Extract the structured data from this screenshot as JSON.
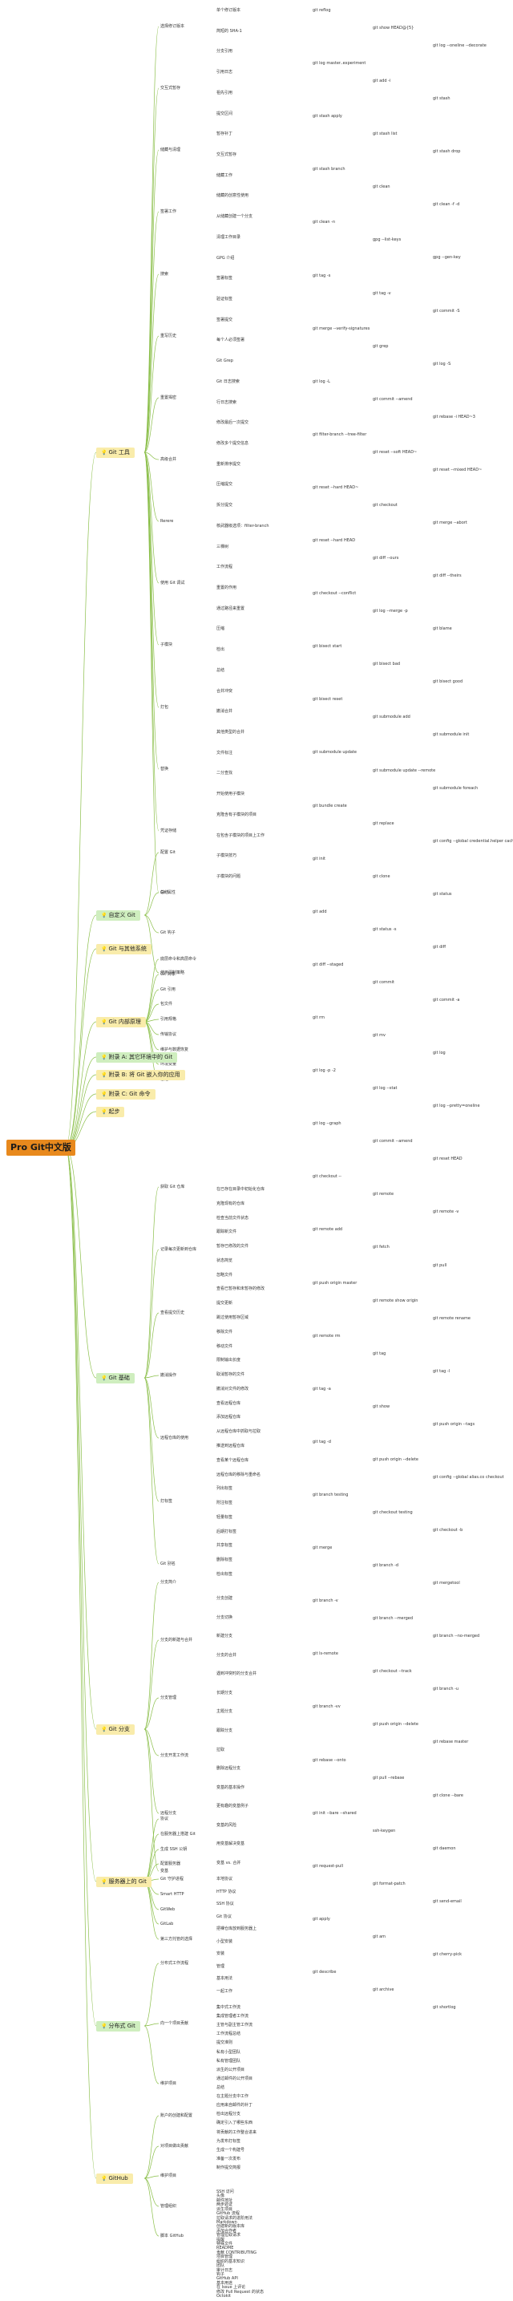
{
  "root": "Pro Git中文版",
  "branches": [
    {
      "id": "b1",
      "label": "Git 工具",
      "icon": "bulb-icon",
      "color": "#f9ecab",
      "groups": [
        "选择修订版本",
        "交互式暂存",
        "储藏与清理",
        "签署工作",
        "搜索",
        "重写历史",
        "重置揭密",
        "高级合并",
        "Rerere",
        "使用 Git 调试",
        "子模块",
        "打包",
        "替换",
        "凭证存储",
        "总结"
      ]
    },
    {
      "id": "b2",
      "label": "自定义 Git",
      "icon": "bulb-icon",
      "color": "#cfeebf",
      "groups": [
        "配置 Git",
        "Git 属性",
        "Git 钩子",
        "使用强制策略"
      ]
    },
    {
      "id": "b3",
      "label": "Git 与其他系统",
      "icon": "bulb-icon",
      "color": "#f9ecab",
      "groups": []
    },
    {
      "id": "b4",
      "label": "Git 内部原理",
      "icon": "bulb-icon",
      "color": "#f9ecab",
      "groups": [
        "底层命令和高层命令",
        "Git 对象",
        "Git 引用",
        "包文件",
        "引用规格",
        "传输协议",
        "维护与数据恢复",
        "环境变量",
        "总结"
      ]
    },
    {
      "id": "b5",
      "label": "附录 A: 其它环境中的 Git",
      "icon": "bulb-icon",
      "color": "#cfeebf",
      "groups": []
    },
    {
      "id": "b6",
      "label": "附录 B: 将 Git 嵌入你的应用",
      "icon": "bulb-icon",
      "color": "#f9ecab",
      "groups": []
    },
    {
      "id": "b7",
      "label": "附录 C: Git 命令",
      "icon": "bulb-icon",
      "color": "#f9ecab",
      "groups": []
    },
    {
      "id": "b8",
      "label": "起步",
      "icon": "bulb-icon",
      "color": "#f9ecab",
      "groups": []
    },
    {
      "id": "b9",
      "label": "Git 基础",
      "icon": "bulb-icon",
      "color": "#cfeebf",
      "groups": [
        "获取 Git 仓库",
        "记录每次更新到仓库",
        "查看提交历史",
        "撤消操作",
        "远程仓库的使用",
        "打标签",
        "Git 别名"
      ]
    },
    {
      "id": "b10",
      "label": "Git 分支",
      "icon": "bulb-icon",
      "color": "#f9ecab",
      "groups": [
        "分支简介",
        "分支的新建与合并",
        "分支管理",
        "分支开发工作流",
        "远程分支",
        "变基"
      ]
    },
    {
      "id": "b11",
      "label": "服务器上的 Git",
      "icon": "bulb-icon",
      "color": "#f9ecab",
      "groups": [
        "协议",
        "在服务器上搭建 Git",
        "生成 SSH 公钥",
        "配置服务器",
        "Git 守护进程",
        "Smart HTTP",
        "GitWeb",
        "GitLab",
        "第三方托管的选择"
      ]
    },
    {
      "id": "b12",
      "label": "分布式 Git",
      "icon": "bulb-icon",
      "color": "#cfeebf",
      "groups": [
        "分布式工作流程",
        "向一个项目贡献",
        "维护项目"
      ]
    },
    {
      "id": "b13",
      "label": "GitHub",
      "icon": "bulb-icon",
      "color": "#f9ecab",
      "groups": [
        "账户的创建和配置",
        "对项目做出贡献",
        "维护项目",
        "管理组织",
        "脚本 GitHub"
      ]
    }
  ],
  "details": {
    "Git 工具": [
      "单个修订版本",
      "简短的 SHA-1",
      "分支引用",
      "引用日志",
      "祖先引用",
      "提交区间",
      "暂存补丁",
      "交互式暂存",
      "储藏工作",
      "储藏的创意性使用",
      "从储藏创建一个分支",
      "清理工作目录",
      "GPG 介绍",
      "签署标签",
      "验证标签",
      "签署提交",
      "每个人必须签署",
      "Git Grep",
      "Git 日志搜索",
      "行日志搜索",
      "修改最后一次提交",
      "修改多个提交信息",
      "重新排序提交",
      "压缩提交",
      "拆分提交",
      "核武器级选项：filter-branch",
      "三棵树",
      "工作流程",
      "重置的作用",
      "通过路径来重置",
      "压缩",
      "检出",
      "总结",
      "合并冲突",
      "撤消合并",
      "其他类型的合并",
      "文件标注",
      "二分查找",
      "开始使用子模块",
      "克隆含有子模块的项目",
      "在包含子模块的项目上工作",
      "子模块技巧",
      "子模块的问题"
    ],
    "自定义 Git": [
      "配置 Git",
      "Git 属性",
      "Git 钩子",
      "使用强制策略"
    ],
    "Git 基础": [
      "在已存在目录中初始化仓库",
      "克隆现有的仓库",
      "检查当前文件状态",
      "跟踪新文件",
      "暂存已修改的文件",
      "状态简览",
      "忽略文件",
      "查看已暂存和未暂存的修改",
      "提交更新",
      "跳过使用暂存区域",
      "移除文件",
      "移动文件",
      "限制输出长度",
      "取消暂存的文件",
      "撤消对文件的修改",
      "查看远程仓库",
      "添加远程仓库",
      "从远程仓库中抓取与拉取",
      "推送到远程仓库",
      "查看某个远程仓库",
      "远程仓库的移除与重命名",
      "列出标签",
      "附注标签",
      "轻量标签",
      "后期打标签",
      "共享标签",
      "删除标签",
      "检出标签"
    ],
    "Git 分支": [
      "分支创建",
      "分支切换",
      "新建分支",
      "分支的合并",
      "遇到冲突时的分支合并",
      "长期分支",
      "主题分支",
      "跟踪分支",
      "拉取",
      "删除远程分支",
      "变基的基本操作",
      "更有趣的变基例子",
      "变基的风险",
      "用变基解决变基",
      "变基 vs. 合并"
    ],
    "服务器上的 Git": [
      "本地协议",
      "HTTP 协议",
      "SSH 协议",
      "Git 协议",
      "把裸仓库放到服务器上",
      "小型安装",
      "安装",
      "管理",
      "基本用法",
      "一起工作"
    ],
    "分布式 Git": [
      "集中式工作流",
      "集成管理者工作流",
      "主管与副主管工作流",
      "工作流程总结",
      "提交准则",
      "私有小型团队",
      "私有管理团队",
      "派生的公开项目",
      "通过邮件的公开项目",
      "总结",
      "在主题分支中工作",
      "应用来自邮件的补丁",
      "检出远程分支",
      "确定引入了哪些东西",
      "将贡献的工作整合进来",
      "为发布打标签",
      "生成一个构建号",
      "准备一次发布",
      "制作提交简报"
    ],
    "GitHub": [
      "SSH 访问",
      "头像",
      "邮件地址",
      "两步验证",
      "派生项目",
      "GitHub 流程",
      "拉取请求的进阶用法",
      "Markdown",
      "创建新的版本库",
      "添加合作者",
      "管理拉取请求",
      "提醒",
      "特殊文件",
      "README",
      "贡献 CONTRIBUTING",
      "项目管理",
      "组织的基本知识",
      "团队",
      "审计日志",
      "钩子",
      "GitHub API",
      "基本用途",
      "在 Issue 上评论",
      "修改 Pull Request 的状态",
      "Octokit"
    ]
  },
  "commands": [
    "git reflog",
    "git show HEAD@{5}",
    "git log --oneline --decorate",
    "git log master..experiment",
    "git add -i",
    "git stash",
    "git stash apply",
    "git stash list",
    "git stash drop",
    "git stash branch",
    "git clean",
    "git clean -f -d",
    "git clean -n",
    "gpg --list-keys",
    "gpg --gen-key",
    "git tag -s",
    "git tag -v",
    "git commit -S",
    "git merge --verify-signatures",
    "git grep",
    "git log -S",
    "git log -L",
    "git commit --amend",
    "git rebase -i HEAD~3",
    "git filter-branch --tree-filter",
    "git reset --soft HEAD~",
    "git reset --mixed HEAD~",
    "git reset --hard HEAD~",
    "git checkout",
    "git merge --abort",
    "git reset --hard HEAD",
    "git diff --ours",
    "git diff --theirs",
    "git checkout --conflict",
    "git log --merge -p",
    "git blame",
    "git bisect start",
    "git bisect bad",
    "git bisect good",
    "git bisect reset",
    "git submodule add",
    "git submodule init",
    "git submodule update",
    "git submodule update --remote",
    "git submodule foreach",
    "git bundle create",
    "git replace",
    "git config --global credential.helper cache",
    "git init",
    "git clone",
    "git status",
    "git add",
    "git status -s",
    "git diff",
    "git diff --staged",
    "git commit",
    "git commit -a",
    "git rm",
    "git mv",
    "git log",
    "git log -p -2",
    "git log --stat",
    "git log --pretty=oneline",
    "git log --graph",
    "git commit --amend",
    "git reset HEAD",
    "git checkout --",
    "git remote",
    "git remote -v",
    "git remote add",
    "git fetch",
    "git pull",
    "git push origin master",
    "git remote show origin",
    "git remote rename",
    "git remote rm",
    "git tag",
    "git tag -l",
    "git tag -a",
    "git show",
    "git push origin --tags",
    "git tag -d",
    "git push origin --delete",
    "git config --global alias.co checkout",
    "git branch testing",
    "git checkout testing",
    "git checkout -b",
    "git merge",
    "git branch -d",
    "git mergetool",
    "git branch -v",
    "git branch --merged",
    "git branch --no-merged",
    "git ls-remote",
    "git checkout --track",
    "git branch -u",
    "git branch -vv",
    "git push origin --delete",
    "git rebase master",
    "git rebase --onto",
    "git pull --rebase",
    "git clone --bare",
    "git init --bare --shared",
    "ssh-keygen",
    "git daemon",
    "git request-pull",
    "git format-patch",
    "git send-email",
    "git apply",
    "git am",
    "git cherry-pick",
    "git describe",
    "git archive",
    "git shortlog"
  ]
}
